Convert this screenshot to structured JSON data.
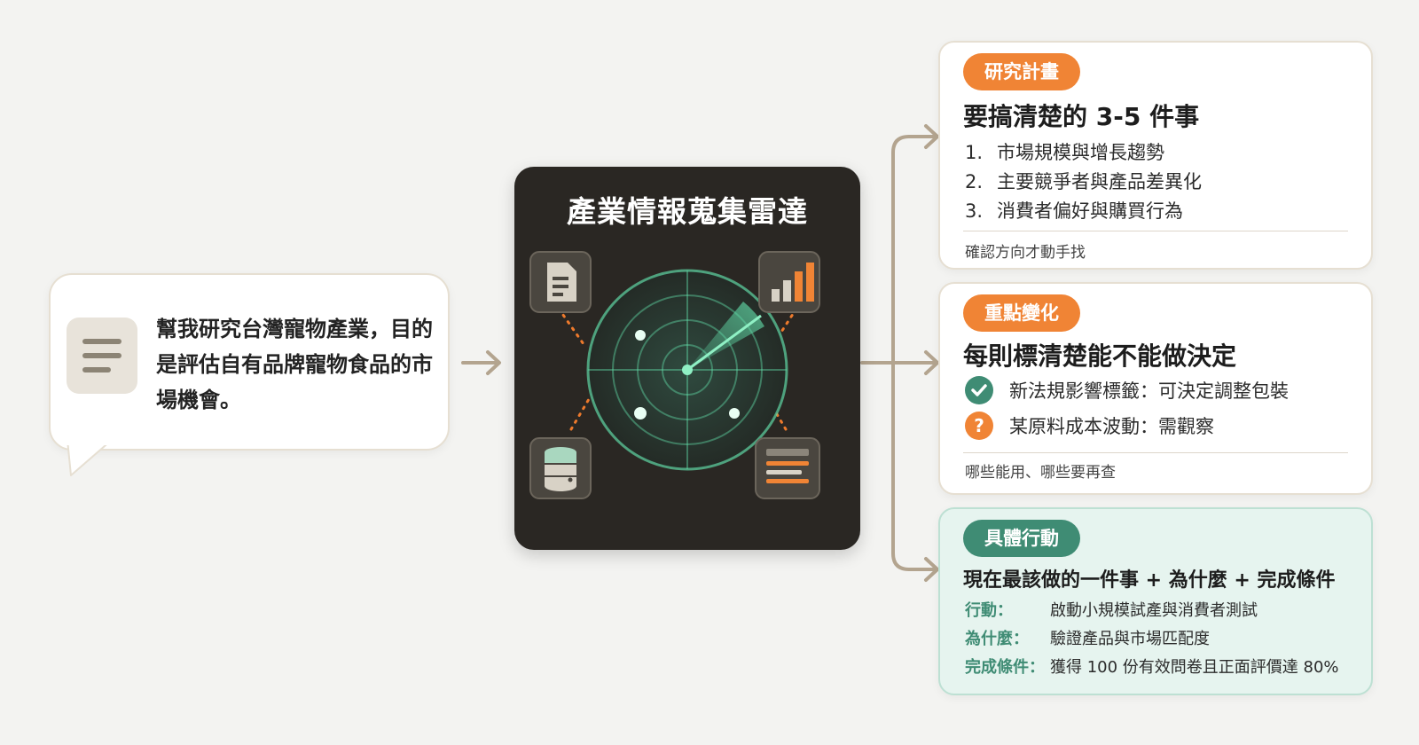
{
  "request": {
    "text": "幫我研究台灣寵物產業，目的是評估自有品牌寵物食品的市場機會。"
  },
  "radar": {
    "title": "產業情報蒐集雷達",
    "icons": [
      "document-icon",
      "bar-chart-icon",
      "database-icon",
      "list-panel-icon"
    ]
  },
  "cards": {
    "plan": {
      "tag": "研究計畫",
      "heading": "要搞清楚的 3-5 件事",
      "items": [
        {
          "num": "1.",
          "text": "市場規模與增長趨勢"
        },
        {
          "num": "2.",
          "text": "主要競爭者與產品差異化"
        },
        {
          "num": "3.",
          "text": "消費者偏好與購買行為"
        }
      ],
      "footnote": "確認方向才動手找"
    },
    "changes": {
      "tag": "重點變化",
      "heading": "每則標清楚能不能做決定",
      "items": [
        {
          "status": "check-icon",
          "text": "新法規影響標籤：可決定調整包裝"
        },
        {
          "status": "question-icon",
          "text": "某原料成本波動：需觀察"
        }
      ],
      "footnote": "哪些能用、哪些要再查"
    },
    "action": {
      "tag": "具體行動",
      "heading": "現在最該做的一件事 + 為什麼 + 完成條件",
      "rows": [
        {
          "label": "行動：",
          "value": "啟動小規模試產與消費者測試"
        },
        {
          "label": "為什麼：",
          "value": "驗證產品與市場匹配度"
        },
        {
          "label": "完成條件：",
          "value": "獲得 100 份有效問卷且正面評價達 80%"
        }
      ]
    }
  },
  "colors": {
    "orange": "#f08435",
    "teal": "#3f8c74",
    "panel": "#2a2723",
    "radar_green": "#5fd6a4",
    "connector": "#b3a48f"
  }
}
